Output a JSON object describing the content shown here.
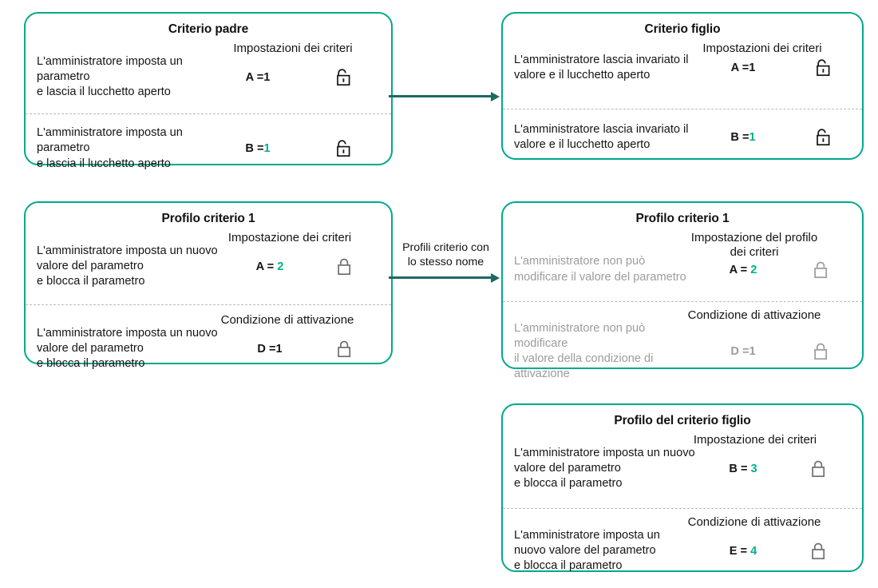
{
  "diagram": {
    "title_semantics": "policy-inheritance-diagram",
    "colors": {
      "card_border": "#00a98a",
      "accent_value": "#00b089",
      "arrow": "#1c6a61",
      "text": "#141414",
      "muted_text": "#9c9c9c",
      "divider": "#b9b9b9"
    },
    "cards": [
      {
        "id": "criterio-padre",
        "title": "Criterio padre",
        "sections": [
          {
            "header": "Impostazioni dei criteri",
            "description": "L'amministratore imposta un\nparametro\n e lascia il lucchetto aperto",
            "param": "A",
            "value": "1",
            "value_accent": false,
            "lock": "unlocked-icon",
            "muted": false
          },
          {
            "header": "",
            "description": "L'amministratore imposta un\nparametro\n e lascia il lucchetto aperto",
            "param": "B",
            "value": "1",
            "value_accent": true,
            "lock": "unlocked-icon",
            "muted": false
          }
        ]
      },
      {
        "id": "criterio-figlio",
        "title": "Criterio figlio",
        "sections": [
          {
            "header": "Impostazioni dei criteri",
            "description": "L'amministratore lascia invariato il\nvalore e il lucchetto aperto",
            "param": "A",
            "value": "1",
            "value_accent": false,
            "lock": "unlocked-icon",
            "muted": false
          },
          {
            "header": "",
            "description": "L'amministratore lascia invariato il\nvalore e il lucchetto aperto",
            "param": "B",
            "value": "1",
            "value_accent": true,
            "lock": "unlocked-icon",
            "muted": false
          }
        ]
      },
      {
        "id": "profilo-criterio-1-left",
        "title": "Profilo criterio 1",
        "sections": [
          {
            "header": "Impostazione dei criteri",
            "description": "L'amministratore imposta un nuovo\nvalore del parametro\n e blocca il parametro",
            "param": "A",
            "value": "2",
            "value_accent": true,
            "lock": "locked-icon",
            "muted": false
          },
          {
            "header": "Condizione di attivazione",
            "description": "L'amministratore imposta un nuovo\nvalore del parametro\n e blocca il parametro",
            "param": "D",
            "value": "1",
            "value_accent": false,
            "lock": "locked-icon",
            "muted": false
          }
        ]
      },
      {
        "id": "profilo-criterio-1-right",
        "title": "Profilo criterio 1",
        "sections": [
          {
            "header": "Impostazione del profilo\ndei criteri",
            "description": "L'amministratore non può\nmodificare il valore del parametro",
            "param": "A",
            "value": "2",
            "value_accent": true,
            "lock": "locked-icon",
            "muted": true,
            "value_muted": false
          },
          {
            "header": "Condizione di attivazione",
            "description": "L'amministratore non può\nmodificare\n il valore della condizione di\nattivazione",
            "param": "D",
            "value": "1",
            "value_accent": false,
            "lock": "locked-icon",
            "muted": true,
            "value_muted": true
          }
        ]
      },
      {
        "id": "profilo-del-criterio-figlio",
        "title": "Profilo del criterio figlio",
        "sections": [
          {
            "header": "Impostazione dei criteri",
            "description": "L'amministratore imposta un nuovo\nvalore del parametro\n e blocca il parametro",
            "param": "B",
            "value": "3",
            "value_accent": true,
            "lock": "locked-icon",
            "muted": false
          },
          {
            "header": "Condizione di attivazione",
            "description": "L'amministratore imposta un\nnuovo valore del parametro\n e blocca il parametro",
            "param": "E",
            "value": "4",
            "value_accent": true,
            "lock": "locked-icon",
            "muted": false
          }
        ]
      }
    ],
    "arrows": [
      {
        "id": "arrow-top",
        "label": ""
      },
      {
        "id": "arrow-middle",
        "label": "Profili criterio con\nlo stesso nome"
      }
    ]
  }
}
